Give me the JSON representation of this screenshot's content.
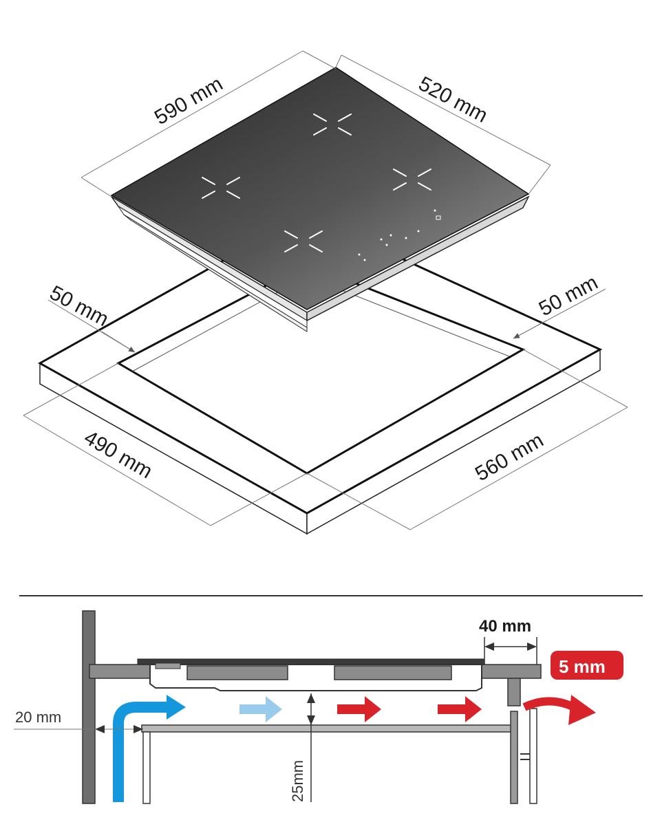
{
  "dimensions": {
    "hob_width": "590 mm",
    "hob_depth": "520 mm",
    "margin_left": "50 mm",
    "margin_right": "50 mm",
    "cutout_depth": "490 mm",
    "cutout_width": "560 mm"
  },
  "section": {
    "rear_clearance": "40 mm",
    "gap": "5 mm",
    "wall_gap": "20 mm",
    "air_gap_height": "25mm"
  },
  "colors": {
    "hob_glass_dark": "#2e2e2e",
    "hob_glass_light": "#8a8a8a",
    "cool_air": "#1597dd",
    "cool_air_light": "#99ccec",
    "hot_air": "#d9232a",
    "cabinet_gray": "#909090",
    "wall_gray": "#6e6e6e"
  }
}
